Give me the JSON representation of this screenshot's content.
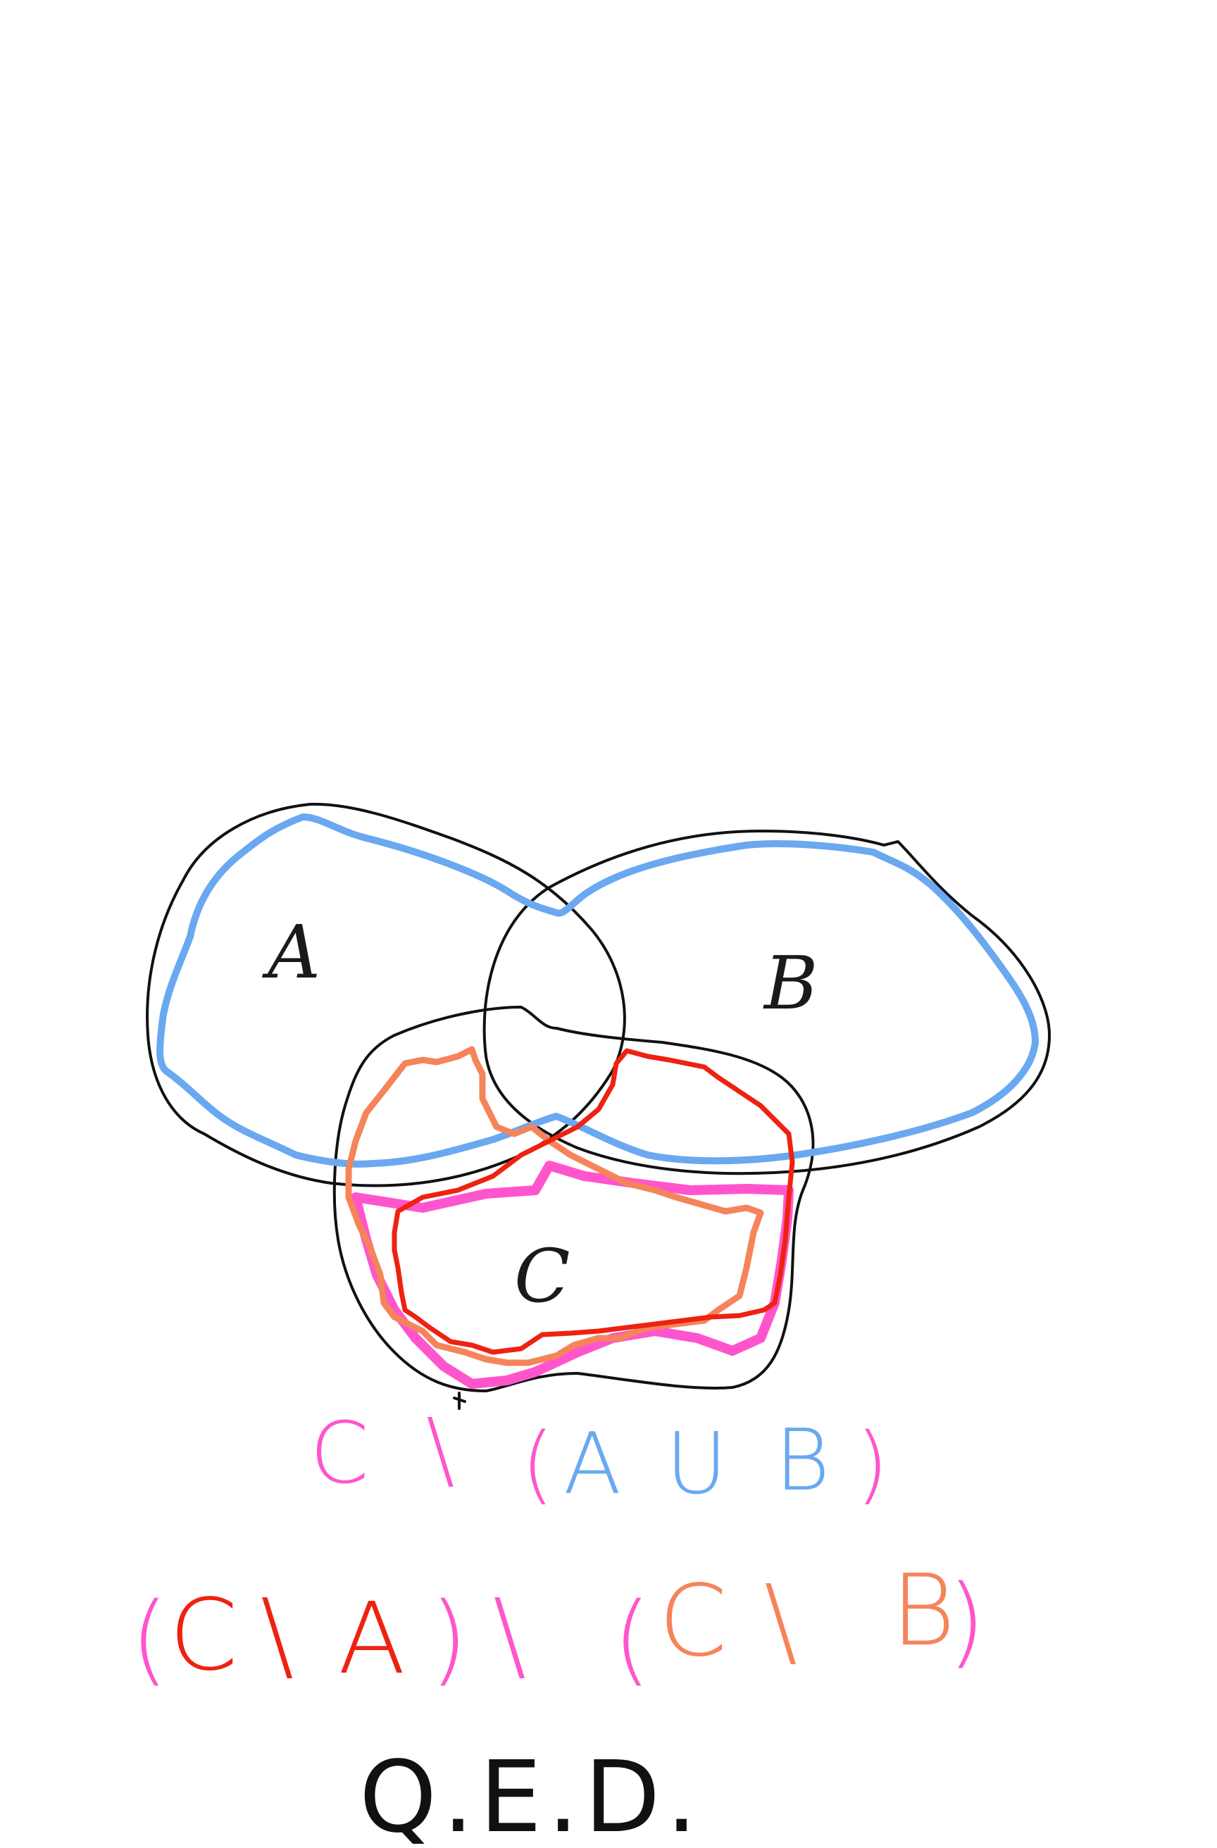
{
  "diagram": {
    "labels": {
      "a": "A",
      "b": "B",
      "c": "C"
    },
    "colors": {
      "outline": "#111111",
      "blue": "#6aa8f0",
      "pink": "#ff55cc",
      "orange": "#f5845a",
      "red": "#ee2211"
    }
  },
  "formula1": {
    "c": "C",
    "setminus": "\\",
    "open": "(",
    "a": "A",
    "union": "U",
    "b": "B",
    "close": ")"
  },
  "formula2": {
    "open_outer_left": "(",
    "c1": "C",
    "setminus1": "\\",
    "a": "A",
    "close_outer_left": ")",
    "setminus_mid": "\\",
    "open_outer_right": "(",
    "c2": "C",
    "setminus2": "\\",
    "b": "B",
    "close_outer_right": ")"
  },
  "qed": "Q.E.D."
}
